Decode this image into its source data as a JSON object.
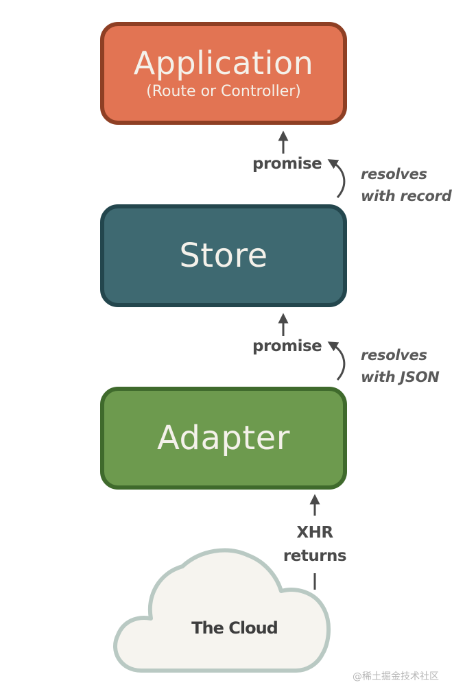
{
  "application": {
    "title": "Application",
    "subtitle": "(Route or Controller)"
  },
  "store": {
    "title": "Store"
  },
  "adapter": {
    "title": "Adapter"
  },
  "links": {
    "upper": {
      "label": "promise",
      "note_line1": "resolves",
      "note_line2": "with record"
    },
    "lower": {
      "label": "promise",
      "note_line1": "resolves",
      "note_line2": "with JSON"
    },
    "xhr": {
      "line1": "XHR",
      "line2": "returns"
    }
  },
  "cloud": {
    "label": "The Cloud"
  },
  "watermark": "@稀土掘金技术社区",
  "colors": {
    "application": "#e27453",
    "store": "#3e6971",
    "adapter": "#6d9a4e",
    "cloud_fill": "#f6f4ef",
    "cloud_border": "#b9c9c3",
    "arrows": "#4a4a4a"
  }
}
